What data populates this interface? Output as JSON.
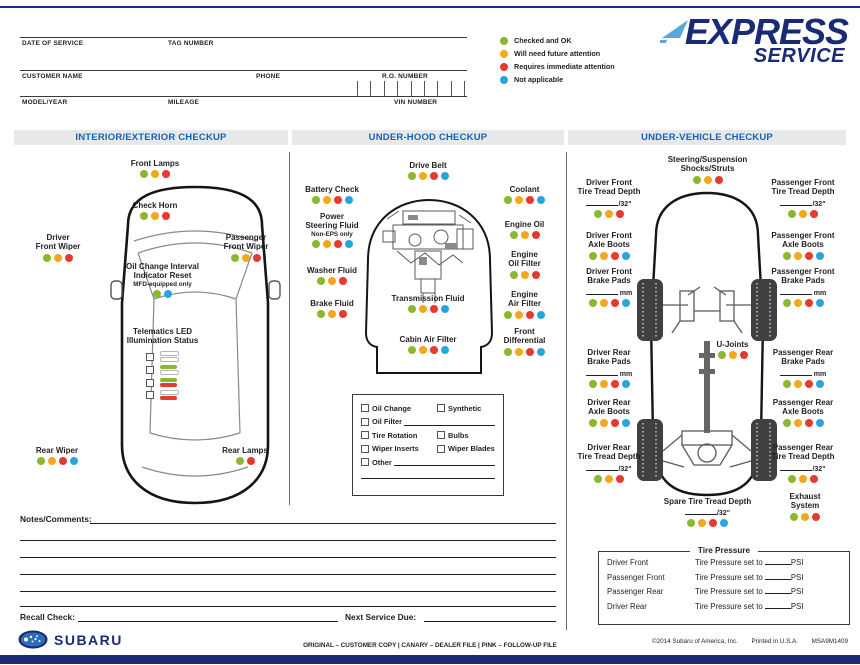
{
  "colors": {
    "green": "#8db72e",
    "amber": "#f4a71d",
    "red": "#e6392f",
    "blue": "#29a5dc",
    "navy": "#1b2a77",
    "header_blue": "#1464b4",
    "off": "#ffffff"
  },
  "header": {
    "fields": {
      "date_of_service": "DATE OF SERVICE",
      "tag_number": "TAG NUMBER",
      "customer_name": "CUSTOMER NAME",
      "phone": "PHONE",
      "ro_number": "R.O. NUMBER",
      "model_year": "MODEL/YEAR",
      "mileage": "MILEAGE",
      "vin_number": "VIN NUMBER"
    },
    "legend": [
      {
        "color": "green",
        "label": "Checked and OK"
      },
      {
        "color": "amber",
        "label": "Will need future attention"
      },
      {
        "color": "red",
        "label": "Requires immediate attention"
      },
      {
        "color": "blue",
        "label": "Not applicable"
      }
    ],
    "logo": {
      "express": "EXPRESS",
      "service": "SERVICE"
    }
  },
  "interior": {
    "title": "INTERIOR/EXTERIOR CHECKUP",
    "items": {
      "front_lamps": {
        "label": "Front Lamps",
        "dots": [
          "green",
          "amber",
          "red"
        ]
      },
      "check_horn": {
        "label": "Check Horn",
        "dots": [
          "green",
          "amber",
          "red"
        ]
      },
      "driver_front_wiper": {
        "label": "Driver\nFront Wiper",
        "dots": [
          "green",
          "amber",
          "red"
        ]
      },
      "passenger_front_wiper": {
        "label": "Passenger\nFront Wiper",
        "dots": [
          "green",
          "amber",
          "red"
        ]
      },
      "oil_change_interval": {
        "label": "Oil Change Interval\nIndicator Reset",
        "note": "MFD-equipped only",
        "dots": [
          "green",
          "blue"
        ]
      },
      "rear_wiper": {
        "label": "Rear Wiper",
        "dots": [
          "green",
          "amber",
          "red",
          "blue"
        ]
      },
      "rear_lamps": {
        "label": "Rear Lamps",
        "dots": [
          "green",
          "red"
        ]
      }
    },
    "telematics": {
      "title": "Telematics LED\nIllumination Status",
      "rows": [
        [
          "off",
          "off"
        ],
        [
          "green",
          "off"
        ],
        [
          "green",
          "red"
        ],
        [
          "off",
          "red"
        ]
      ]
    }
  },
  "underhood": {
    "title": "UNDER-HOOD CHECKUP",
    "items": {
      "drive_belt": {
        "label": "Drive Belt",
        "dots": [
          "green",
          "amber",
          "red",
          "blue"
        ]
      },
      "battery_check": {
        "label": "Battery Check",
        "dots": [
          "green",
          "amber",
          "red",
          "blue"
        ]
      },
      "coolant": {
        "label": "Coolant",
        "dots": [
          "green",
          "amber",
          "red",
          "blue"
        ]
      },
      "power_steering": {
        "label": "Power\nSteering Fluid",
        "note": "Non-EPS only",
        "dots": [
          "green",
          "amber",
          "red",
          "blue"
        ]
      },
      "engine_oil": {
        "label": "Engine Oil",
        "dots": [
          "green",
          "amber",
          "red"
        ]
      },
      "engine_oil_filter": {
        "label": "Engine\nOil Filter",
        "dots": [
          "green",
          "amber",
          "red"
        ]
      },
      "washer_fluid": {
        "label": "Washer Fluid",
        "dots": [
          "green",
          "amber",
          "red"
        ]
      },
      "engine_air_filter": {
        "label": "Engine\nAir Filter",
        "dots": [
          "green",
          "amber",
          "red",
          "blue"
        ]
      },
      "brake_fluid": {
        "label": "Brake Fluid",
        "dots": [
          "green",
          "amber",
          "red"
        ]
      },
      "transmission_fluid": {
        "label": "Transmission Fluid",
        "dots": [
          "green",
          "amber",
          "red",
          "blue"
        ]
      },
      "front_differential": {
        "label": "Front\nDifferential",
        "dots": [
          "green",
          "amber",
          "red",
          "blue"
        ]
      },
      "cabin_air_filter": {
        "label": "Cabin Air Filter",
        "dots": [
          "green",
          "amber",
          "red",
          "blue"
        ]
      }
    },
    "checklist": {
      "items": [
        "Oil Change",
        "Synthetic",
        "Oil Filter",
        "Tire Rotation",
        "Bulbs",
        "Wiper Inserts",
        "Wiper Blades",
        "Other"
      ]
    }
  },
  "undervehicle": {
    "title": "UNDER-VEHICLE CHECKUP",
    "units": {
      "tread": "/32\"",
      "pads": "mm"
    },
    "items": {
      "steering_suspension": {
        "label": "Steering/Suspension\nShocks/Struts",
        "dots": [
          "green",
          "amber",
          "red"
        ]
      },
      "driver_front_tread": {
        "label": "Driver Front\nTire Tread Depth",
        "unit": "/32\"",
        "dots": [
          "green",
          "amber",
          "red"
        ]
      },
      "passenger_front_tread": {
        "label": "Passenger Front\nTire Tread Depth",
        "unit": "/32\"",
        "dots": [
          "green",
          "amber",
          "red"
        ]
      },
      "driver_front_axle": {
        "label": "Driver Front\nAxle Boots",
        "dots": [
          "green",
          "amber",
          "red",
          "blue"
        ]
      },
      "passenger_front_axle": {
        "label": "Passenger Front\nAxle Boots",
        "dots": [
          "green",
          "amber",
          "red",
          "blue"
        ]
      },
      "driver_front_brake": {
        "label": "Driver Front\nBrake Pads",
        "unit": "mm",
        "dots": [
          "green",
          "amber",
          "red",
          "blue"
        ]
      },
      "passenger_front_brake": {
        "label": "Passenger Front\nBrake Pads",
        "unit": "mm",
        "dots": [
          "green",
          "amber",
          "red",
          "blue"
        ]
      },
      "u_joints": {
        "label": "U-Joints",
        "dots": [
          "green",
          "amber",
          "red"
        ]
      },
      "driver_rear_brake": {
        "label": "Driver Rear\nBrake Pads",
        "unit": "mm",
        "dots": [
          "green",
          "amber",
          "red",
          "blue"
        ]
      },
      "passenger_rear_brake": {
        "label": "Passenger Rear\nBrake Pads",
        "unit": "mm",
        "dots": [
          "green",
          "amber",
          "red",
          "blue"
        ]
      },
      "driver_rear_axle": {
        "label": "Driver Rear\nAxle Boots",
        "dots": [
          "green",
          "amber",
          "red",
          "blue"
        ]
      },
      "passenger_rear_axle": {
        "label": "Passenger Rear\nAxle Boots",
        "dots": [
          "green",
          "amber",
          "red",
          "blue"
        ]
      },
      "driver_rear_tread": {
        "label": "Driver Rear\nTire Tread Depth",
        "unit": "/32\"",
        "dots": [
          "green",
          "amber",
          "red"
        ]
      },
      "passenger_rear_tread": {
        "label": "Passenger Rear\nTire Tread Depth",
        "unit": "/32\"",
        "dots": [
          "green",
          "amber",
          "red"
        ]
      },
      "spare_tire_tread": {
        "label": "Spare Tire Tread Depth",
        "unit": "/32\"",
        "dots": [
          "green",
          "amber",
          "red",
          "blue"
        ]
      },
      "exhaust_system": {
        "label": "Exhaust\nSystem",
        "dots": [
          "green",
          "amber",
          "red"
        ]
      }
    },
    "tire_pressure": {
      "title": "Tire Pressure",
      "set_label": "Tire Pressure set to",
      "psi": "PSI",
      "rows": [
        "Driver Front",
        "Passenger Front",
        "Passenger Rear",
        "Driver Rear"
      ]
    }
  },
  "notes": {
    "label": "Notes/Comments:",
    "recall": "Recall Check:",
    "next_service": "Next Service Due:"
  },
  "footer": {
    "brand": "SUBARU",
    "copies": "ORIGINAL – CUSTOMER COPY  |  CANARY – DEALER FILE  |  PINK – FOLLOW-UP FILE",
    "copyright": "©2014 Subaru of America, Inc.",
    "printed": "Printed in U.S.A.",
    "code": "MSA9M1409"
  }
}
